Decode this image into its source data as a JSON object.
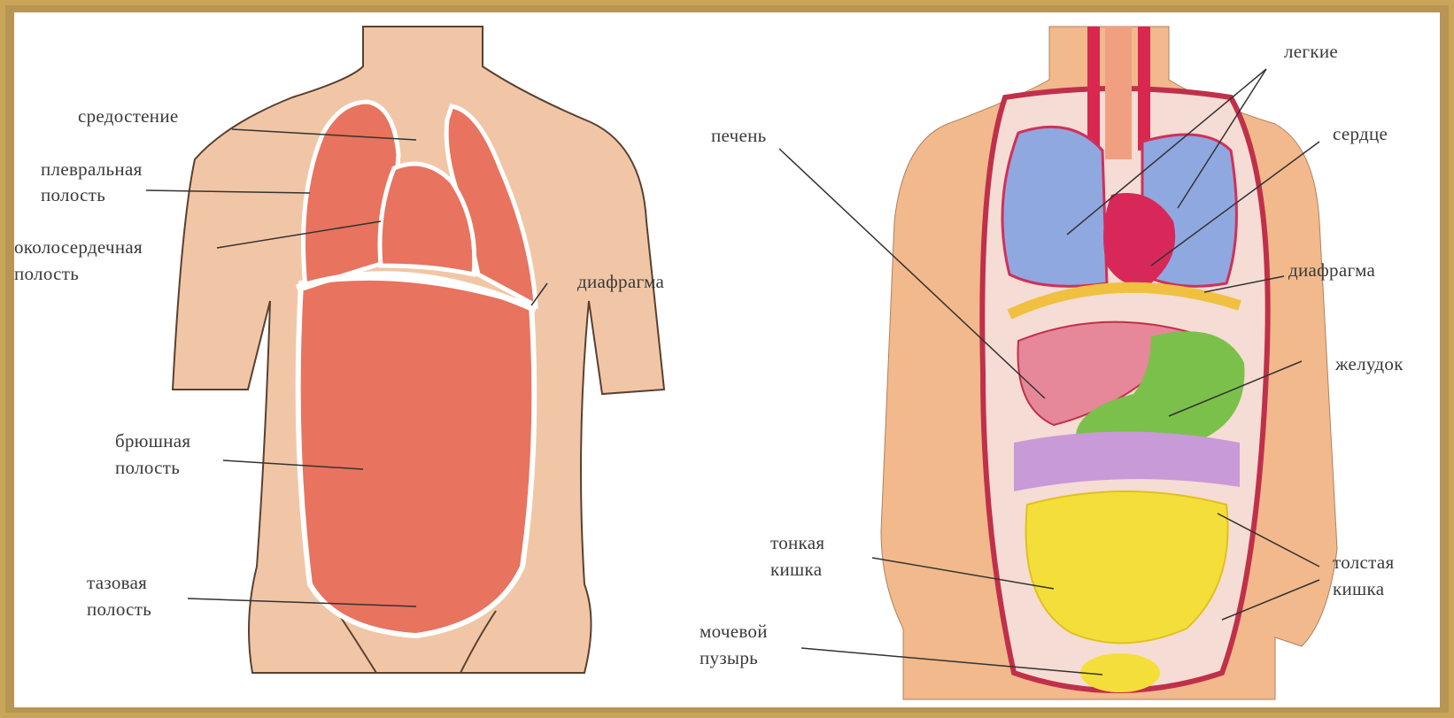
{
  "left_figure": {
    "labels": {
      "mediastinum": "средостение",
      "pleural_1": "плевральная",
      "pleural_2": "полость",
      "pericardial_1": "околосердечная",
      "pericardial_2": "полость",
      "diaphragm": "диафрагма",
      "abdominal_1": "брюшная",
      "abdominal_2": "полость",
      "pelvic_1": "тазовая",
      "pelvic_2": "полость"
    }
  },
  "right_figure": {
    "labels": {
      "lungs": "легкие",
      "liver": "печень",
      "heart": "сердце",
      "diaphragm": "диафрагма",
      "stomach": "желудок",
      "small_int_1": "тонкая",
      "small_int_2": "кишка",
      "large_int_1": "толстая",
      "large_int_2": "кишка",
      "bladder_1": "мочевой",
      "bladder_2": "пузырь"
    }
  },
  "colors": {
    "skin": "#f1c6a6",
    "cavity": "#e8735e",
    "lung": "#8fa8e0",
    "heart": "#d8285a",
    "liver": "#e6879a",
    "stomach": "#7bc04a",
    "small_intestine": "#f4df3a",
    "large_intestine": "#c89ad8",
    "diaphragm": "#f0c040"
  }
}
